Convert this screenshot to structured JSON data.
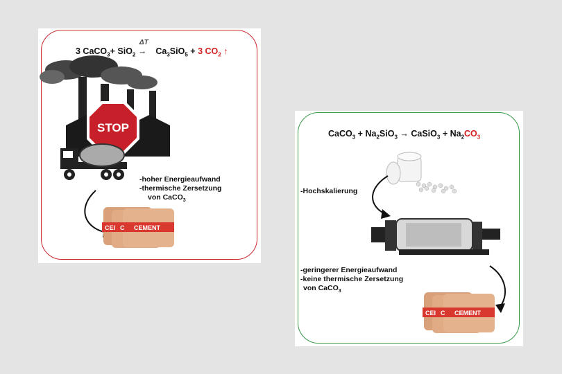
{
  "left": {
    "equation": {
      "coef1": "3 CaCO",
      "sub1": "3",
      "plus1": "+ SiO",
      "sub2": "2",
      "delta": "ΔT",
      "product1": "Ca",
      "sub3": "3",
      "product1b": "SiO",
      "sub4": "5",
      "plus2": "+",
      "co2": "3 CO",
      "sub5": "2"
    },
    "stop_sign": "STOP",
    "notes": {
      "line1": "-hoher Energieaufwand",
      "line2": "-thermische Zersetzung",
      "line3": "von CaCO",
      "line3_sub": "3"
    },
    "bag_labels": [
      "CEI",
      "C",
      "CEMENT"
    ]
  },
  "right": {
    "equation": {
      "r1": "CaCO",
      "s1": "3",
      "r2": "+ Na",
      "s2": "2",
      "r3": "SiO",
      "s3": "3",
      "p1": "CaSiO",
      "s4": "3",
      "plus": "+ Na",
      "s5": "2",
      "co3": "CO",
      "s6": "3"
    },
    "note_top": "-Hochskalierung",
    "notes": {
      "line1": "-geringerer Energieaufwand",
      "line2": "-keine thermische Zersetzung",
      "line3": "von CaCO",
      "line3_sub": "3"
    },
    "bag_labels": [
      "CEI",
      "C",
      "CEMENT"
    ]
  },
  "colors": {
    "left_border": "#c8282e",
    "right_border": "#3a9a4a",
    "accent_red": "#d42020"
  }
}
